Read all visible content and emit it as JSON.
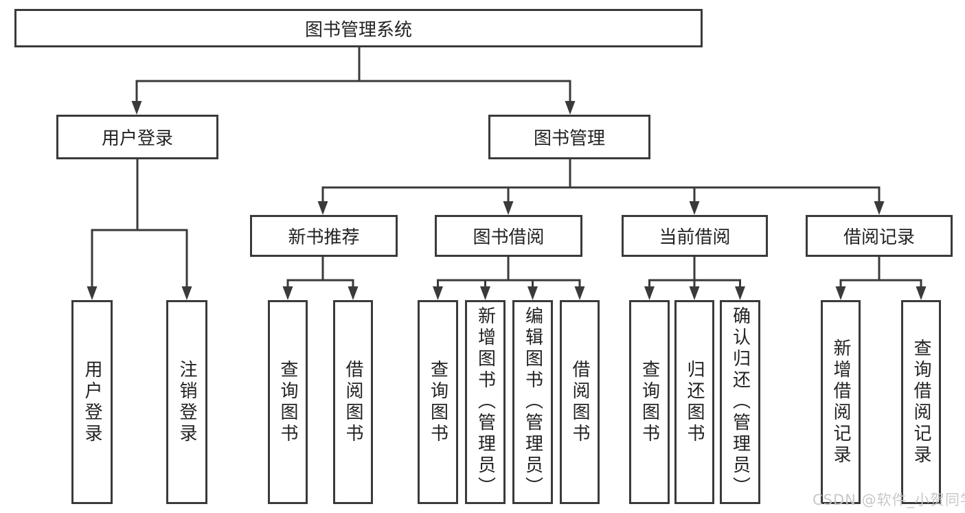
{
  "diagram": {
    "root": {
      "label": "图书管理系统"
    },
    "branches": [
      {
        "label": "用户登录",
        "children": [
          {
            "label": "用户登录"
          },
          {
            "label": "注销登录"
          }
        ]
      },
      {
        "label": "图书管理",
        "sections": [
          {
            "label": "新书推荐",
            "children": [
              {
                "label": "查询图书"
              },
              {
                "label": "借阅图书"
              }
            ]
          },
          {
            "label": "图书借阅",
            "children": [
              {
                "label": "查询图书"
              },
              {
                "label": "新增图书（管理员）"
              },
              {
                "label": "编辑图书（管理员）"
              },
              {
                "label": "借阅图书"
              }
            ]
          },
          {
            "label": "当前借阅",
            "children": [
              {
                "label": "查询图书"
              },
              {
                "label": "归还图书"
              },
              {
                "label": "确认归还（管理员）"
              }
            ]
          },
          {
            "label": "借阅记录",
            "children": [
              {
                "label": "新增借阅记录"
              },
              {
                "label": "查询借阅记录"
              }
            ]
          }
        ]
      }
    ]
  },
  "watermark": {
    "text": "CSDN @软件_小贺同学"
  },
  "colors": {
    "line": "#3a3a3a",
    "text": "#222222",
    "watermark": "#c5c5c5",
    "background": "#ffffff"
  }
}
